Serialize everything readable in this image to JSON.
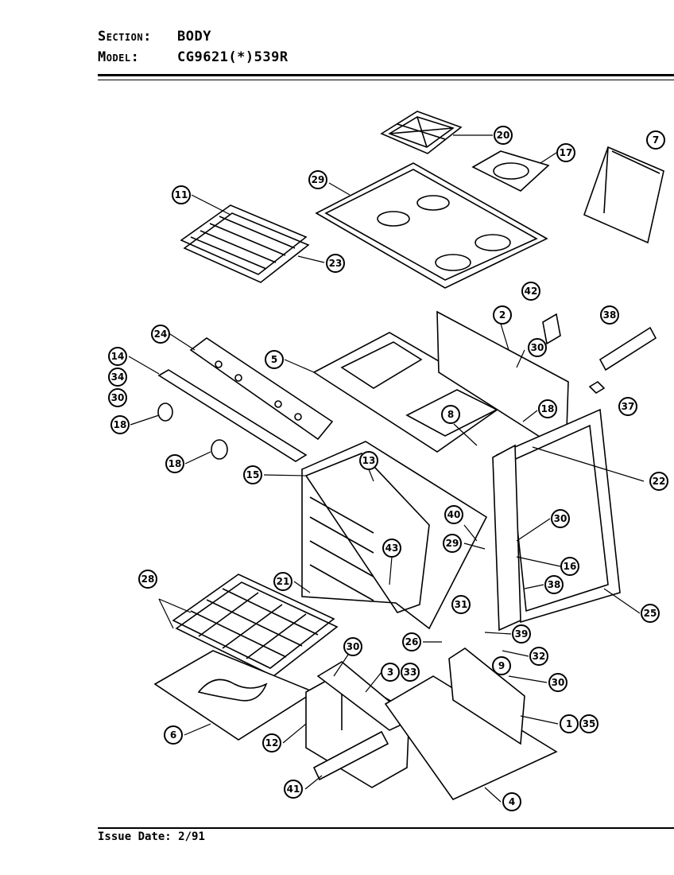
{
  "header": {
    "section_key": "Section:",
    "section_value": "BODY",
    "model_key": "Model:",
    "model_value": "CG9621(*)539R"
  },
  "footer": {
    "issue_label": "Issue Date:",
    "issue_value": "2/91"
  },
  "callouts": [
    {
      "id": "c20",
      "label": "20"
    },
    {
      "id": "c17",
      "label": "17"
    },
    {
      "id": "c7",
      "label": "7"
    },
    {
      "id": "c29a",
      "label": "29"
    },
    {
      "id": "c11",
      "label": "11"
    },
    {
      "id": "c23",
      "label": "23"
    },
    {
      "id": "c42",
      "label": "42"
    },
    {
      "id": "c38a",
      "label": "38"
    },
    {
      "id": "c2",
      "label": "2"
    },
    {
      "id": "c24",
      "label": "24"
    },
    {
      "id": "c5",
      "label": "5"
    },
    {
      "id": "c30a",
      "label": "30"
    },
    {
      "id": "c14",
      "label": "14"
    },
    {
      "id": "c34",
      "label": "34"
    },
    {
      "id": "c30b",
      "label": "30"
    },
    {
      "id": "c18a",
      "label": "18"
    },
    {
      "id": "c37",
      "label": "37"
    },
    {
      "id": "c18b",
      "label": "18"
    },
    {
      "id": "c8a",
      "label": "8"
    },
    {
      "id": "c18c",
      "label": "18"
    },
    {
      "id": "c22",
      "label": "22"
    },
    {
      "id": "c13",
      "label": "13"
    },
    {
      "id": "c15",
      "label": "15"
    },
    {
      "id": "c40",
      "label": "40"
    },
    {
      "id": "c30c",
      "label": "30"
    },
    {
      "id": "c29b",
      "label": "29"
    },
    {
      "id": "c16",
      "label": "16"
    },
    {
      "id": "c43",
      "label": "43"
    },
    {
      "id": "c28",
      "label": "28"
    },
    {
      "id": "c21",
      "label": "21"
    },
    {
      "id": "c38b",
      "label": "38"
    },
    {
      "id": "c31",
      "label": "31"
    },
    {
      "id": "c25",
      "label": "25"
    },
    {
      "id": "c26",
      "label": "26"
    },
    {
      "id": "c39",
      "label": "39"
    },
    {
      "id": "c32",
      "label": "32"
    },
    {
      "id": "c30d",
      "label": "30"
    },
    {
      "id": "c9",
      "label": "9"
    },
    {
      "id": "c3",
      "label": "3"
    },
    {
      "id": "c33",
      "label": "33"
    },
    {
      "id": "c30e",
      "label": "30"
    },
    {
      "id": "c6",
      "label": "6"
    },
    {
      "id": "c12",
      "label": "12"
    },
    {
      "id": "c1",
      "label": "1"
    },
    {
      "id": "c35",
      "label": "35"
    },
    {
      "id": "c41",
      "label": "41"
    },
    {
      "id": "c4",
      "label": "4"
    }
  ]
}
